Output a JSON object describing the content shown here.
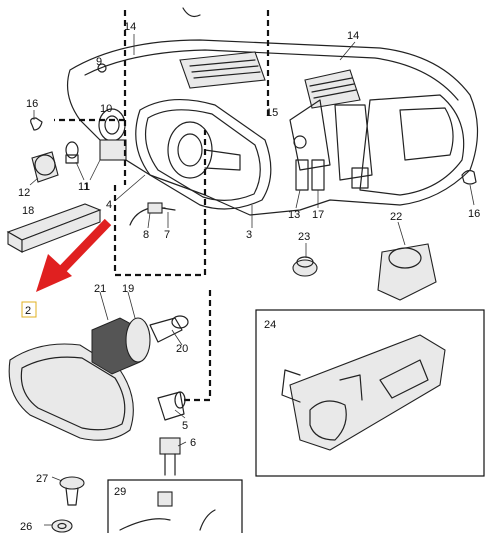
{
  "callouts": {
    "c14a": "14",
    "c14b": "14",
    "c16a": "16",
    "c16b": "16",
    "c9": "9",
    "c10": "10",
    "c15": "15",
    "c1": "1",
    "c12": "12",
    "c11": "11",
    "c4": "4",
    "c8": "8",
    "c7": "7",
    "c3": "3",
    "c13": "13",
    "c17": "17",
    "c22": "22",
    "c18": "18",
    "c23": "23",
    "c2": "2",
    "c21": "21",
    "c19": "19",
    "c20": "20",
    "c24": "24",
    "c5": "5",
    "c6": "6",
    "c27": "27",
    "c26": "26",
    "c29": "29"
  },
  "colors": {
    "arrow": "#e02020",
    "highlight_box": "#e0b020",
    "line": "#222222"
  }
}
